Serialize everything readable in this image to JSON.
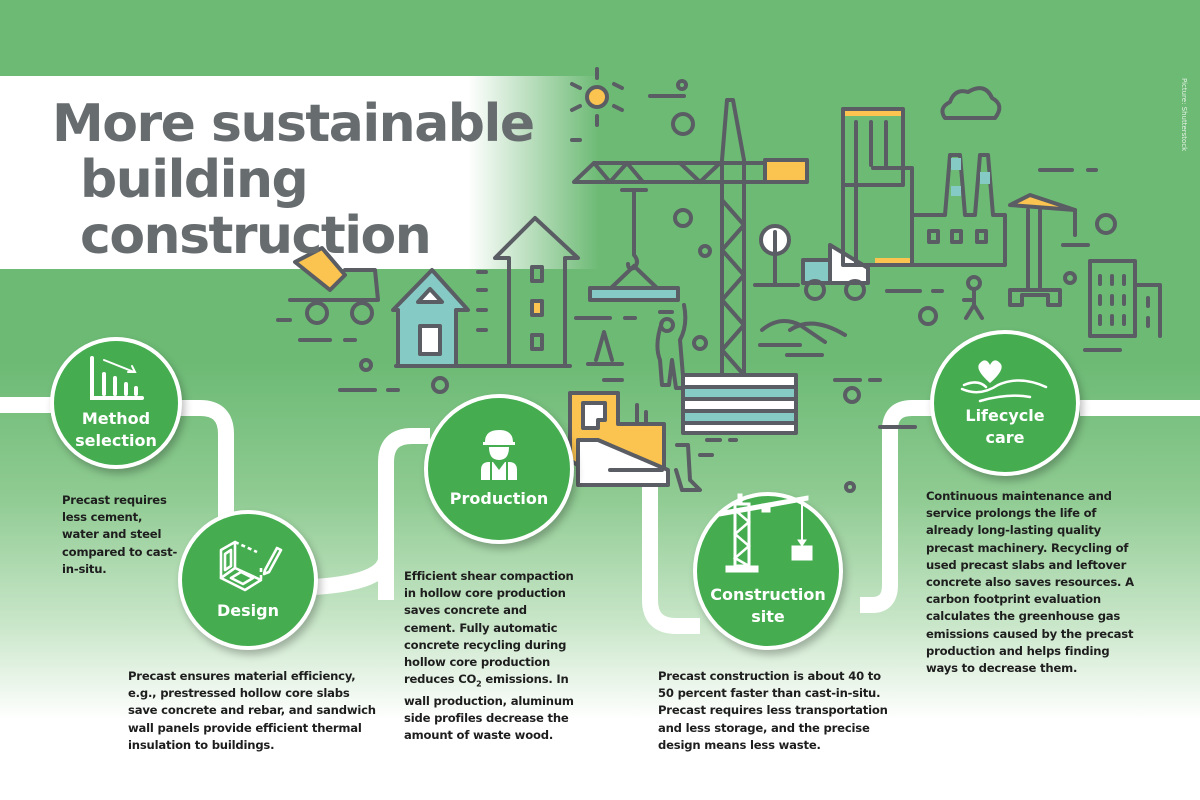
{
  "header": {
    "title_lines": [
      "More sustainable",
      "building",
      "construction"
    ],
    "credit": "Picture: Shutterstock"
  },
  "colors": {
    "background_green": "#6cba74",
    "circle_green": "#45ad50",
    "title_gray": "#676c6f",
    "line_gray": "#5a5d63",
    "accent_yellow": "#fbc34f",
    "accent_teal": "#86cac6",
    "text_dark": "#1e1e1e"
  },
  "steps": [
    {
      "id": "method-selection",
      "icon": "bar-chart-decline-icon",
      "label_lines": [
        "Method",
        "selection"
      ],
      "description": "Precast requires less cement, water and steel compared to cast-in-situ."
    },
    {
      "id": "design",
      "icon": "design-drafting-icon",
      "label_lines": [
        "Design"
      ],
      "description": "Precast ensures material efficiency, e.g., prestressed hollow core slabs save concrete and rebar, and sandwich wall panels provide efficient thermal insulation to buildings."
    },
    {
      "id": "production",
      "icon": "worker-hardhat-icon",
      "label_lines": [
        "Production"
      ],
      "description_part1": "Efficient shear compaction in hollow core production saves concrete and cement. Fully automatic concrete recycling during hollow core production reduces CO",
      "description_sub": "2",
      "description_part2": " emissions. In wall production, aluminum side profiles decrease the amount of waste wood."
    },
    {
      "id": "construction-site",
      "icon": "tower-crane-icon",
      "label_lines": [
        "Construction",
        "site"
      ],
      "description": "Precast construction is about 40 to 50 percent faster than cast-in-situ. Precast requires less transportation and less storage, and the precise design means less waste."
    },
    {
      "id": "lifecycle-care",
      "icon": "heart-in-hand-icon",
      "label_lines": [
        "Lifecycle",
        "care"
      ],
      "description": "Continuous maintenance and service prolongs the life of already long-lasting quality precast machinery. Recycling of used precast slabs and leftover concrete also saves resources. A carbon footprint evaluation calculates the greenhouse gas emissions caused by the precast production and helps finding ways to decrease them."
    }
  ],
  "illustration": {
    "elements": [
      "sun-icon",
      "tower-crane",
      "hanging-slab",
      "cement-mixer-truck",
      "house",
      "apartment-building",
      "traffic-cone",
      "construction-worker",
      "bulldozer",
      "slab-stack",
      "tree",
      "dump-truck",
      "skyscraper",
      "factory",
      "cloud",
      "small-crane",
      "walking-person",
      "office-building",
      "hills"
    ]
  }
}
